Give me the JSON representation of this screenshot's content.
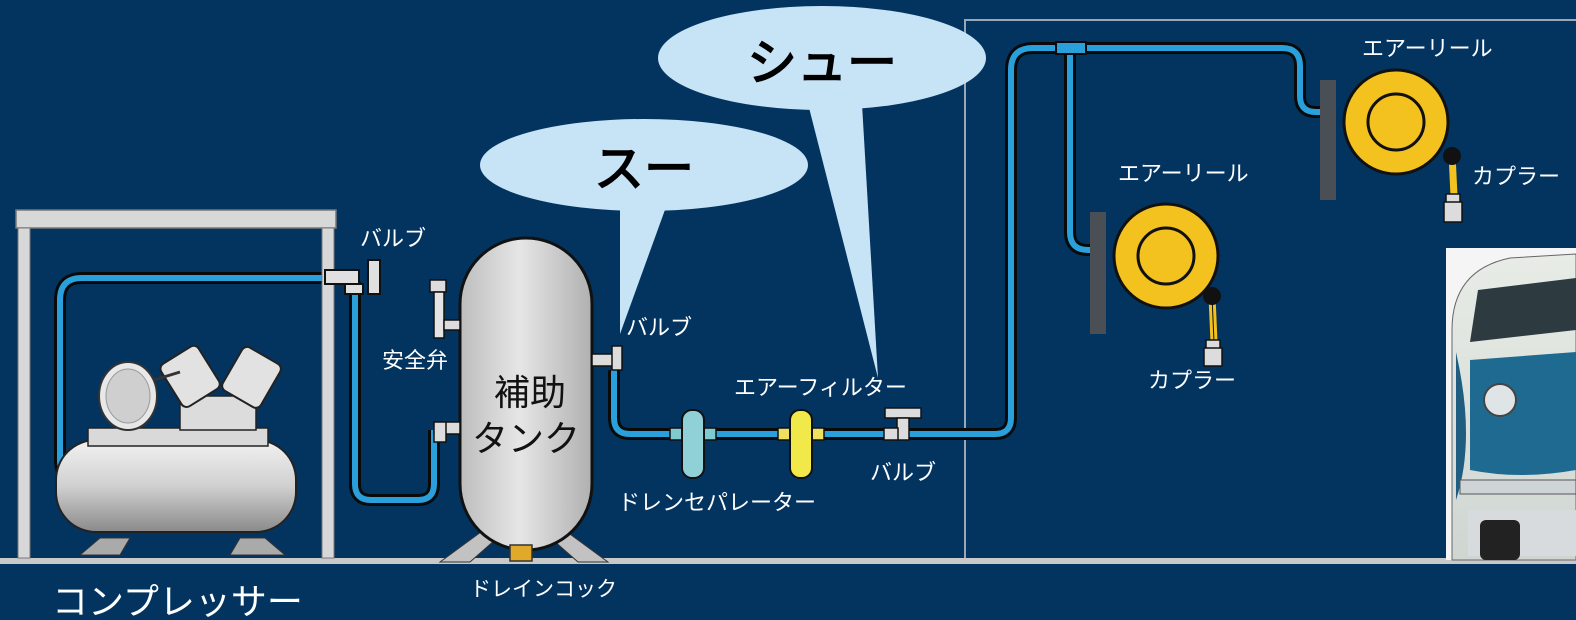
{
  "colors": {
    "background": "#033460",
    "pipe": "#29a0dc",
    "pipe_outline": "#0a0a0a",
    "reel": "#f4c21e",
    "bubble": "#c7e3f6",
    "tank": "#d6d6d6",
    "frame": "#d8d8d8"
  },
  "labels": {
    "compressor": "コンプレッサー",
    "tank_line1": "補助",
    "tank_line2": "タンク",
    "valve_top": "バルブ",
    "safety_valve": "安全弁",
    "valve_right": "バルブ",
    "drain_cock": "ドレインコック",
    "drain_separator": "ドレンセパレーター",
    "air_filter": "エアーフィルター",
    "valve_bottom": "バルブ",
    "air_reel_1": "エアーリール",
    "coupler_1": "カプラー",
    "air_reel_2": "エアーリール",
    "coupler_2": "カプラー"
  },
  "bubbles": {
    "small": "スー",
    "large": "シュー"
  },
  "icons": {
    "compressor": "air-compressor-icon",
    "tank": "tank-icon",
    "reel": "hose-reel-icon",
    "van": "van-photo"
  }
}
